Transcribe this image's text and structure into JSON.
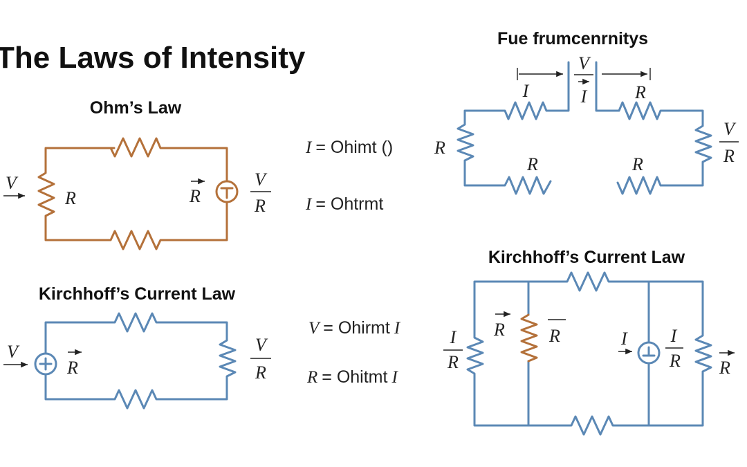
{
  "title": "The Laws of Intensity",
  "colors": {
    "wire_blue": "#5b88b5",
    "wire_orange": "#b4713a",
    "text": "#111111"
  },
  "ohms_law": {
    "heading": "Ohm’s Law",
    "left_source": "V",
    "left_resistor": "R",
    "right_vector": "R",
    "right_frac_num": "V",
    "right_frac_den": "R",
    "source_icon": "ac-source-t-icon"
  },
  "kirchhoff_left": {
    "heading": "Kirchhoff’s Current Law",
    "left_source": "V",
    "source_vector": "R",
    "right_frac_num": "V",
    "right_frac_den": "R",
    "source_icon": "dc-source-plus-icon"
  },
  "equations": [
    {
      "var": "I",
      "rhs": "= Ohimt ()"
    },
    {
      "var": "I",
      "rhs": "= Ohtrmt"
    },
    {
      "var": "V",
      "rhs": "= Ohirmt",
      "tail": "I"
    },
    {
      "var": "R",
      "rhs": "= Ohitmt",
      "tail": "I"
    }
  ],
  "top_right": {
    "heading": "Fue frumcenrnitys",
    "gap_num": "V",
    "gap_den": "I",
    "label_i": "I",
    "label_r_top": "R",
    "label_r_left": "R",
    "label_r_bottom_left": "R",
    "label_r_bottom_right": "R",
    "right_frac_num": "V",
    "right_frac_den": "R"
  },
  "kirchhoff_right": {
    "heading": "Kirchhoff’s Current Law",
    "left_frac_num": "I",
    "left_frac_den": "R",
    "branch_vector": "R",
    "branch_label": "R",
    "source_i": "I",
    "source_frac_num": "I",
    "source_frac_den": "R",
    "right_vector": "R",
    "source_icon": "dc-source-ground-icon"
  }
}
